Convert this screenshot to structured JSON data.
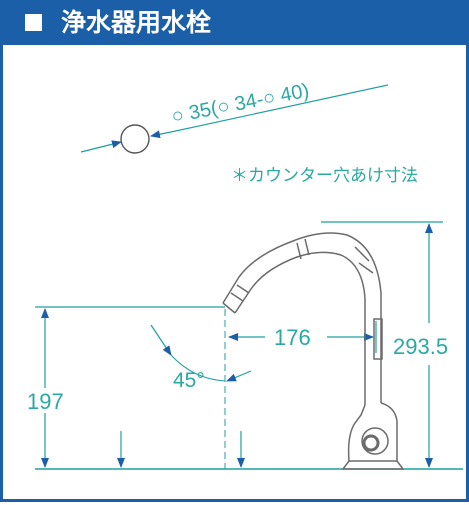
{
  "header": {
    "title": "浄水器用水栓"
  },
  "drawing": {
    "hole_diameter": "○ 35(○ 34-○ 40)",
    "counter_note": "＊カウンター穴あけ寸法",
    "reach": "176",
    "total_height": "293.5",
    "spout_height": "197",
    "angle": "45°"
  },
  "colors": {
    "header_bg": "#1a5fa8",
    "dimension_text": "#2aa9a3",
    "dimension_line": "#1e9fa0",
    "arrow": "#1a5fa8",
    "outline": "#6b6b6b"
  }
}
